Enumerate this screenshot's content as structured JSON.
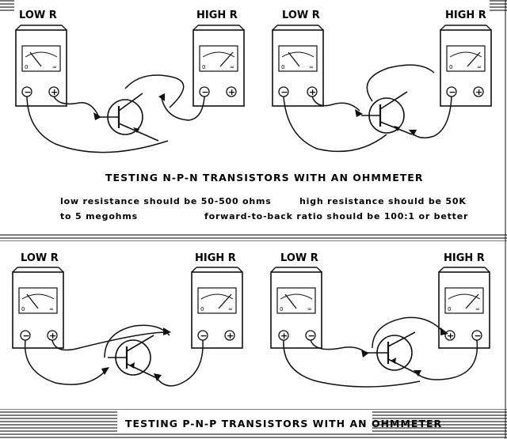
{
  "colors": {
    "ink": "#111111",
    "paper": "#ffffff",
    "hatch": "#8a8a8a"
  },
  "meter_labels": {
    "low": "LOW R",
    "high": "HIGH R"
  },
  "terminal_symbols": {
    "neg": "−",
    "pos": "+"
  },
  "dial_symbols": {
    "zero": "0",
    "inf": "∞"
  },
  "npn": {
    "title": "TESTING  N-P-N  TRANSISTORS WITH AN OHMMETER",
    "line1_a": "low resistance should be 50-500 ohms",
    "line1_b": "high resistance should be 50K",
    "line2_a": "to 5 megohms",
    "line2_b": "forward-to-back ratio should be 100:1 or better"
  },
  "pnp": {
    "title": "TESTING  P-N-P  TRANSISTORS WITH AN OHMMETER"
  }
}
